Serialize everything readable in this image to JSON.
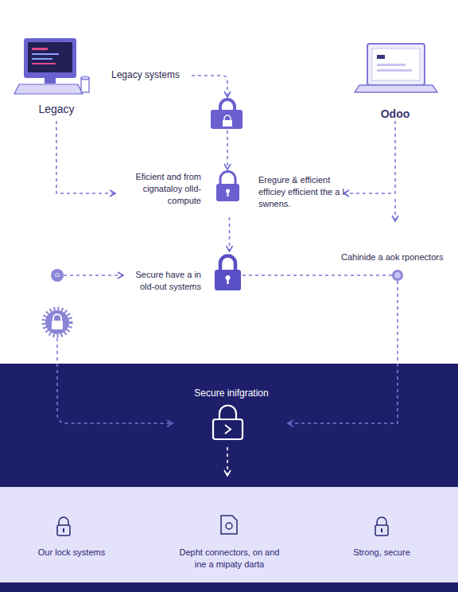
{
  "diagram": {
    "nodes": [
      {
        "text": [
          "Legacy"
        ]
      },
      {
        "text": [
          "Legacy systems"
        ]
      },
      {
        "text": [
          "Odoo"
        ]
      },
      {
        "text": [
          "Eficient and from cignataloy olld- compute",
          "Eregure & efficient efficiey efficient the a l swnens."
        ]
      },
      {
        "text": [
          "G"
        ]
      },
      {
        "text": [
          "Secure have a in old-out systems"
        ]
      },
      {
        "text": [
          "Cahinide a aok rponectors"
        ]
      },
      {
        "text": [
          "Secure inifgration"
        ]
      },
      {
        "text": [
          "Our lock systems"
        ]
      },
      {
        "text": [
          "Depht connectors, on and ine a mipaty darta"
        ]
      },
      {
        "text": [
          "Strong, secure"
        ]
      }
    ],
    "edges": [
      {
        "from": 0,
        "to": 3,
        "arrow": "to"
      },
      {
        "from": 1,
        "to": 3,
        "arrow": "to"
      },
      {
        "from": 2,
        "to": 3,
        "arrow": "to"
      },
      {
        "from": 3,
        "to": 5,
        "arrow": "to"
      },
      {
        "from": 4,
        "to": 5,
        "arrow": "to"
      },
      {
        "from": 6,
        "to": 5,
        "arrow": "none"
      },
      {
        "from": 6,
        "to": 7,
        "arrow": "to"
      }
    ]
  }
}
